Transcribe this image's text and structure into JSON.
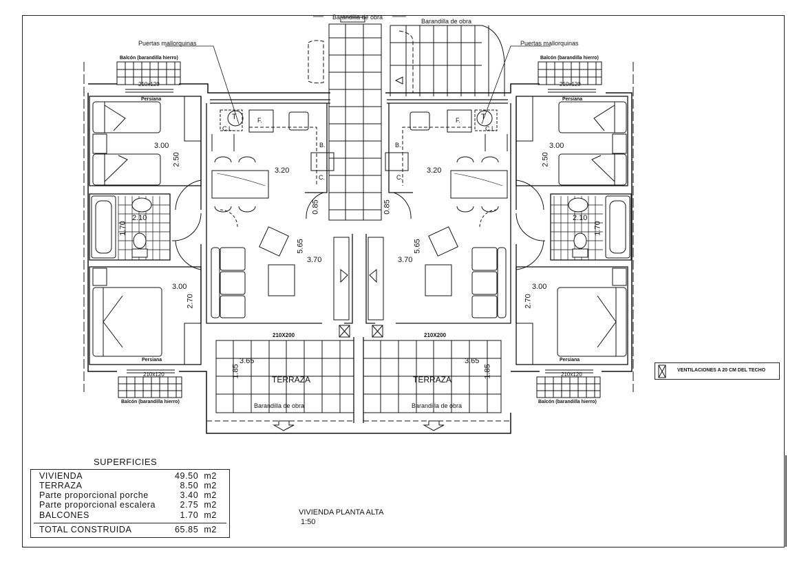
{
  "drawing": {
    "title": "VIVIENDA PLANTA ALTA",
    "scale": "1:50"
  },
  "superficies": {
    "title": "SUPERFICIES",
    "rows": [
      {
        "label": "VIVIENDA",
        "value": "49.50",
        "unit": "m2"
      },
      {
        "label": "TERRAZA",
        "value": "8.50",
        "unit": "m2"
      },
      {
        "label": "Parte proporcional porche",
        "value": "3.40",
        "unit": "m2"
      },
      {
        "label": "Parte proporcional escalera",
        "value": "2.75",
        "unit": "m2"
      },
      {
        "label": "BALCONES",
        "value": "1.70",
        "unit": "m2"
      }
    ],
    "total": {
      "label": "TOTAL CONSTRUIDA",
      "value": "65.85",
      "unit": "m2"
    }
  },
  "legend": {
    "icon": "ventilation-x-icon",
    "text": "VENTILACIONES A 20 CM DEL TECHO"
  },
  "annotations": {
    "barandilla_obra": "Barandilla de obra",
    "puertas_mallorquinas": "Puertas mallorquinas",
    "balcon": "Balcón (barandilla hierro)",
    "persiana": "Persiana",
    "window_small": "210x120",
    "window_large": "210X200",
    "terraza": "TERRAZA"
  },
  "fixtures": {
    "termo": "T",
    "cuarto_lavado": "C.L.",
    "frigorifico": "F.",
    "bano_maria": "B.",
    "cocina": "C."
  },
  "dimensions": {
    "bedroom_top_width": "3.00",
    "bedroom_top_depth": "2.50",
    "bathroom_width": "2.10",
    "bathroom_depth": "1.70",
    "bedroom_bottom_width": "3.00",
    "bedroom_bottom_depth": "2.70",
    "kitchen_width": "3.20",
    "door_width": "0.85",
    "living_depth": "5.65",
    "living_width": "3.70",
    "terrace_width": "3.65",
    "terrace_depth": "1.85"
  }
}
